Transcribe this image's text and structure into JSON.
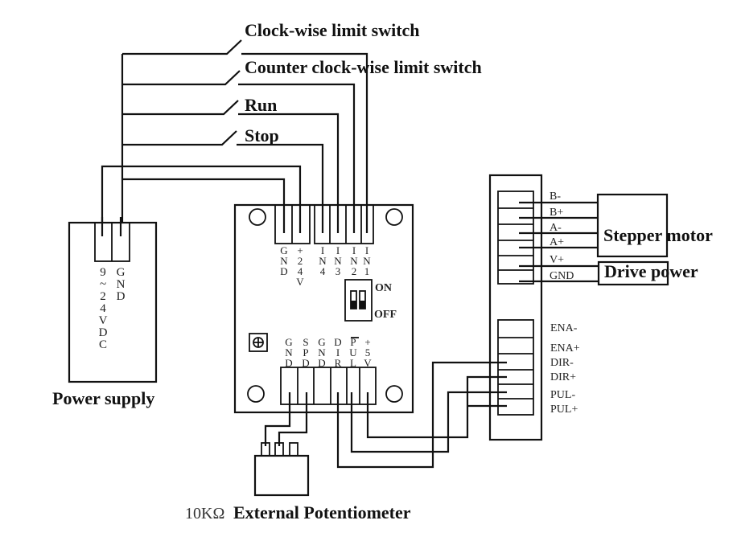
{
  "labels": {
    "cw_limit": "Clock-wise limit switch",
    "ccw_limit": "Counter clock-wise limit switch",
    "run": "Run",
    "stop": "Stop",
    "power_supply": "Power supply",
    "stepper_motor": "Stepper motor",
    "drive_power": "Drive power",
    "potentiometer": "External Potentiometer",
    "pot_value": "10KΩ"
  },
  "power_supply": {
    "pin_vin": [
      "9",
      "~",
      "2",
      "4",
      "V",
      "D",
      "C"
    ],
    "pin_gnd": [
      "G",
      "N",
      "D"
    ]
  },
  "board": {
    "top_pins": [
      {
        "id": "gnd",
        "chars": [
          "G",
          "N",
          "D"
        ]
      },
      {
        "id": "v24",
        "chars": [
          "+",
          "2",
          "4",
          "V"
        ]
      },
      {
        "id": "in4",
        "chars": [
          "I",
          "N",
          "4"
        ]
      },
      {
        "id": "in3",
        "chars": [
          "I",
          "N",
          "3"
        ]
      },
      {
        "id": "in2",
        "chars": [
          "I",
          "N",
          "2"
        ]
      },
      {
        "id": "in1",
        "chars": [
          "I",
          "N",
          "1"
        ]
      }
    ],
    "bottom_pins": [
      {
        "id": "gnd1",
        "chars": [
          "G",
          "N",
          "D"
        ]
      },
      {
        "id": "spd",
        "chars": [
          "S",
          "P",
          "D"
        ]
      },
      {
        "id": "gnd2",
        "chars": [
          "G",
          "N",
          "D"
        ]
      },
      {
        "id": "dir",
        "chars": [
          "D",
          "I",
          "R"
        ]
      },
      {
        "id": "pul",
        "chars": [
          "P",
          "U",
          "L"
        ]
      },
      {
        "id": "v5",
        "chars": [
          "+",
          "5",
          "V"
        ]
      }
    ],
    "dip_on": "ON",
    "dip_off": "OFF"
  },
  "driver": {
    "motor_pins": [
      "B-",
      "B+",
      "A-",
      "A+",
      "V+",
      "GND"
    ],
    "signal_pins": [
      "ENA-",
      "ENA+",
      "DIR-",
      "DIR+",
      "PUL-",
      "PUL+"
    ]
  }
}
